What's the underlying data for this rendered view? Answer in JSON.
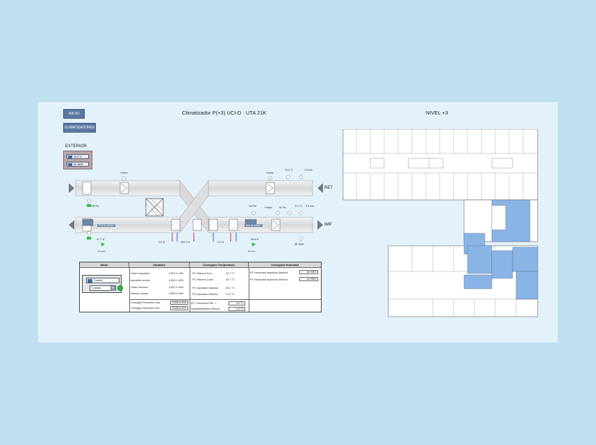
{
  "nav": {
    "inicio": "INICIO",
    "climatizadores": "CLIMATIZADORES"
  },
  "header": {
    "title": "Climatizador P(+3) UCI-D · UTA 21K",
    "floor_title": "NIVEL +3"
  },
  "exterior": {
    "label": "EXTERIOR",
    "temp": "16.9 °C",
    "humidity": "51 %RH"
  },
  "ducts": {
    "ret_label": "RET",
    "imp_label": "IMP"
  },
  "readings": {
    "ret_fan_pressure": "245 Pa",
    "ret_fan_pct": "41.7 %",
    "filter_ret": "Limpio",
    "filter_ret2": "Limpio",
    "ret_temp": "23.3 °C",
    "ret_speed": "1.8 m/s",
    "imp_pressure": "116 Pa",
    "imp_filter": "Limpio",
    "imp_filter_pressure": "91 Pa",
    "imp_temp": "17.9 °C",
    "imp_speed": "0.9 m/s",
    "imp_fan_pct": "28.8 %",
    "imp_humidity": "55 %RH",
    "valve1": "0.0 %",
    "valve2": "100.0 %",
    "valve3": "0.0 %",
    "alarm_ret": "SIN ALARMA",
    "alarm_imp": "SIN ALARMA",
    "auto_left": "En Auto",
    "auto_right": "En Auto"
  },
  "table": {
    "headers": {
      "modo": "Modo",
      "caudales": "Caudales",
      "temperatura": "Consignas Temperatura",
      "humedad": "Consignas Humedad"
    },
    "modo": {
      "mode_value": "Confort",
      "select_value": "Confort"
    },
    "caudales": [
      {
        "label": "Orden impulsión",
        "value": "4.357,0 m³/h"
      },
      {
        "label": "Impulsión actual",
        "value": "3.549,4 m³/h"
      },
      {
        "label": "Orden Retorno",
        "value": "4.357,0 m³/h"
      },
      {
        "label": "Retorno actual",
        "value": "4.599,2 m³/h"
      }
    ],
    "caudales_consignas": [
      {
        "label": "Consigna Preconfort Imp",
        "value": "3.025,0 m³/h"
      },
      {
        "label": "Consigna Preconfort Ret",
        "value": "3.025,0 m³/h"
      }
    ],
    "temperatura": [
      {
        "label": "PC Retorno Frío",
        "value": "22.7 °C"
      },
      {
        "label": "PC Retorno Calor",
        "value": "19.7 °C"
      },
      {
        "label": "PC Impulsión Máxima",
        "value": "29.2 °C"
      },
      {
        "label": "PC Impulsión Mínima",
        "value": "11.2 °C"
      }
    ],
    "temperatura_consignas": [
      {
        "label": "PC. Preconfort Ret. +-",
        "value": "2.0 °C"
      },
      {
        "label": "Desplazamiento Retorno",
        "value": "-1.0 °C"
      }
    ],
    "humedad": [
      {
        "label": "PC Humedad Impulsión Máxima",
        "value": "60 %RH"
      },
      {
        "label": "PC Humedad Impulsión Mínima",
        "value": "40 %RH"
      }
    ]
  },
  "colors": {
    "panel": "#e3f1fb",
    "background": "#bfe0f0",
    "button": "#5b78a0",
    "highlight": "#8ab4e6"
  }
}
